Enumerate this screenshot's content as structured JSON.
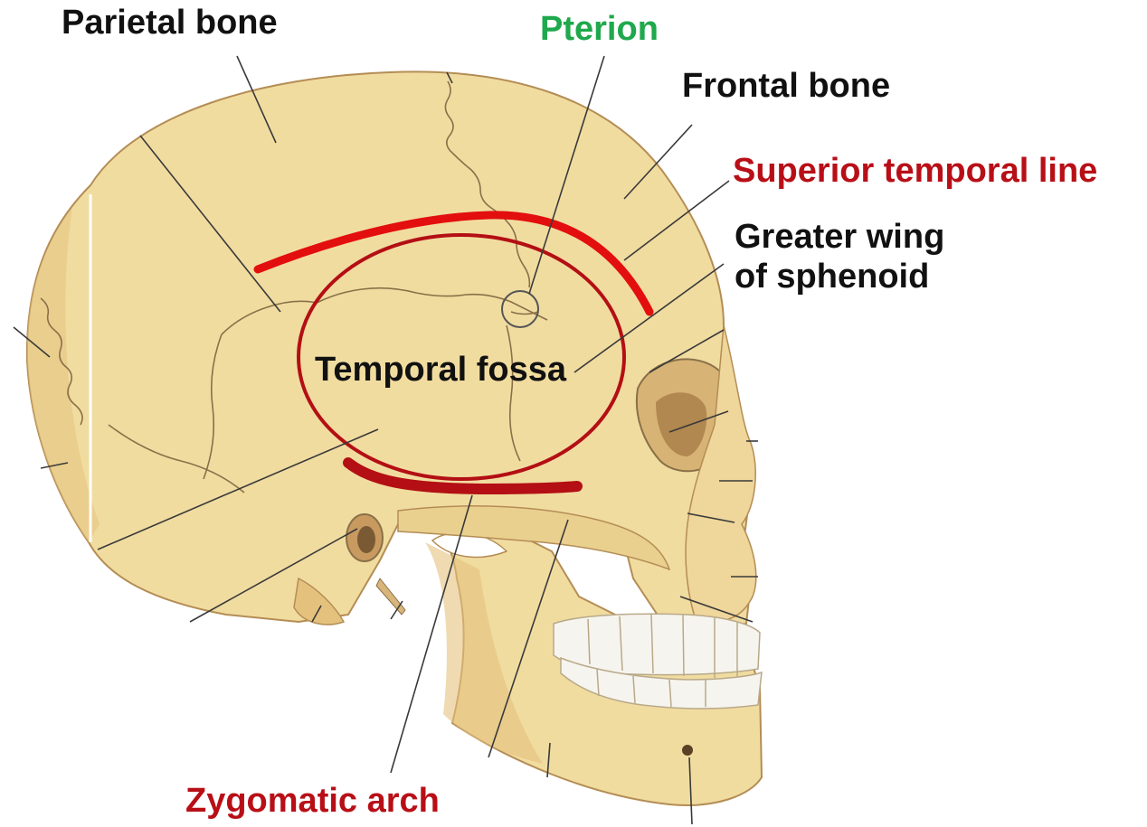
{
  "labels": {
    "parietal_bone": "Parietal bone",
    "pterion": "Pterion",
    "frontal_bone": "Frontal bone",
    "superior_temporal_line": "Superior temporal line",
    "greater_wing_of_sphenoid": "Greater wing\nof sphenoid",
    "temporal_fossa": "Temporal fossa",
    "zygomatic_arch": "Zygomatic arch"
  },
  "colors": {
    "bone": "#f1dca0",
    "bone_shade": "#e4c27e",
    "bone_outline": "#b48d55",
    "suture": "#8a7048",
    "highlight_red": "#e30e0e",
    "fossa_outline": "#b30f14",
    "label_black": "#111111",
    "label_green": "#1fa84c",
    "label_red": "#b80f17",
    "teeth": "#f6f4ee",
    "leader_line": "#3a3a3a"
  }
}
